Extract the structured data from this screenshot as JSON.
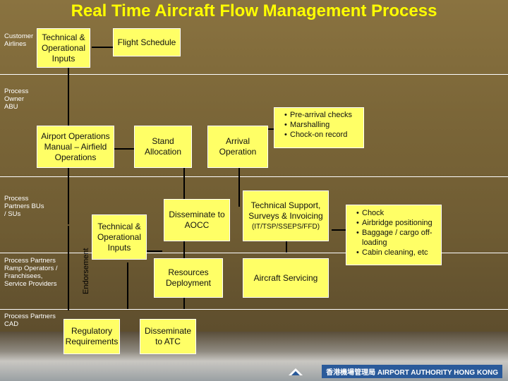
{
  "title": "Real Time Aircraft Flow Management Process",
  "lanes": {
    "customer": "Customer Airlines",
    "owner": "Process Owner ABU",
    "partners_bus": "Process Partners BUs / SUs",
    "partners_ramp": "Process Partners Ramp Operators / Franchisees, Service Providers",
    "partners_cad": "Process Partners CAD"
  },
  "boxes": {
    "tech_op_inputs_top": "Technical & Operational Inputs",
    "flight_schedule": "Flight Schedule",
    "aom": "Airport Operations Manual – Airfield Operations",
    "stand_allocation": "Stand Allocation",
    "arrival_operation": "Arrival Operation",
    "prearrival": [
      "Pre-arrival checks",
      "Marshalling",
      "Chock-on record"
    ],
    "tech_support_title": "Technical Support, Surveys & Invoicing",
    "tech_support_sub": "(IT/TSP/SSEPS/FFD)",
    "chock_list": [
      "Chock",
      "Airbridge positioning",
      "Baggage / cargo off-loading",
      "Cabin cleaning, etc"
    ],
    "tech_op_inputs_mid": "Technical & Operational Inputs",
    "disseminate_aocc": "Disseminate to AOCC",
    "resources_deployment": "Resources Deployment",
    "aircraft_servicing": "Aircraft Servicing",
    "regulatory": "Regulatory Requirements",
    "disseminate_atc": "Disseminate to ATC",
    "endorsement": "Endorsement"
  },
  "footer": {
    "org_chinese": "香港機場管理局",
    "org_english": "AIRPORT AUTHORITY HONG KONG"
  }
}
